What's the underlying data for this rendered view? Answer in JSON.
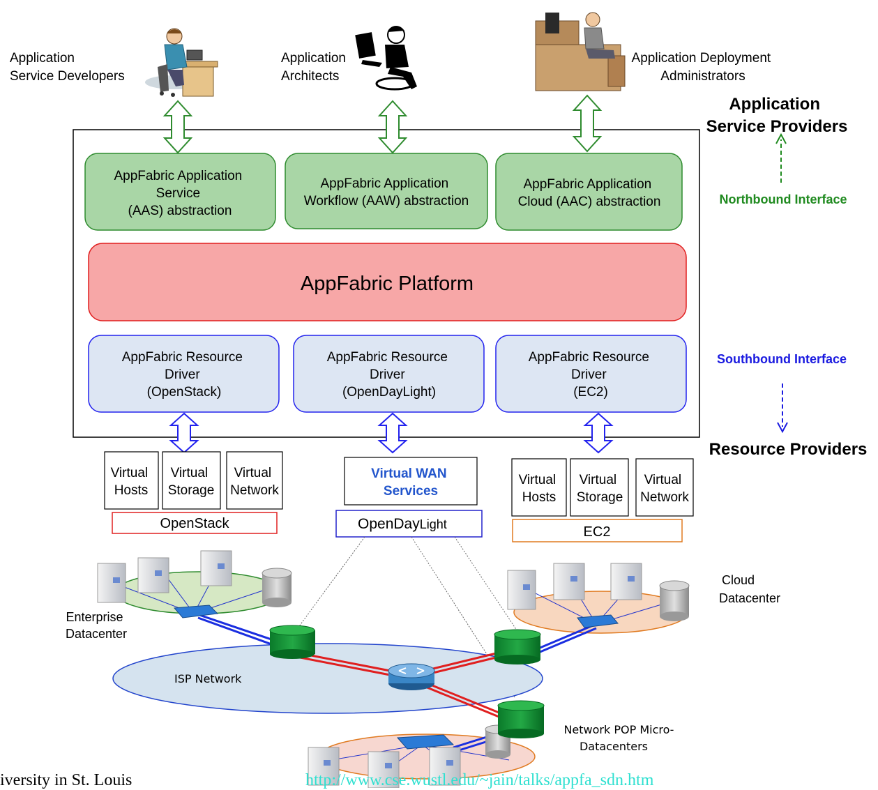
{
  "roles": {
    "developers": [
      "Application",
      "Service Developers"
    ],
    "architects": [
      "Application",
      "Architects"
    ],
    "administrators": [
      "Application Deployment",
      "Administrators"
    ]
  },
  "right_labels": {
    "asp": [
      "Application",
      "Service Providers"
    ],
    "northbound": "Northbound Interface",
    "southbound": "Southbound Interface",
    "rp": "Resource Providers"
  },
  "abstractions": {
    "aas": [
      "AppFabric Application",
      "Service",
      "(AAS) abstraction"
    ],
    "aaw": [
      "AppFabric Application",
      "Workflow (AAW) abstraction"
    ],
    "aac": [
      "AppFabric Application",
      "Cloud (AAC) abstraction"
    ]
  },
  "platform": "AppFabric Platform",
  "drivers": {
    "openstack": [
      "AppFabric  Resource",
      "Driver",
      "(OpenStack)"
    ],
    "odl": [
      "AppFabric  Resource",
      "Driver",
      "(OpenDayLight)"
    ],
    "ec2": [
      "AppFabric  Resource",
      "Driver",
      "(EC2)"
    ]
  },
  "resources": {
    "left": [
      [
        "Virtual",
        "Hosts"
      ],
      [
        "Virtual",
        "Storage"
      ],
      [
        "Virtual",
        "Network"
      ]
    ],
    "right": [
      [
        "Virtual",
        "Hosts"
      ],
      [
        "Virtual",
        "Storage"
      ],
      [
        "Virtual",
        "Network"
      ]
    ],
    "wan": [
      "Virtual WAN",
      "Services"
    ]
  },
  "providers": {
    "openstack": "OpenStack",
    "odl_main": "OpenDay",
    "odl_small": "Light",
    "ec2": "EC2"
  },
  "datacenters": {
    "enterprise": [
      "Enterprise",
      "Datacenter"
    ],
    "cloud": [
      "Cloud",
      "Datacenter"
    ],
    "isp": "ISP Network",
    "pop": [
      "Network POP Micro-",
      "Datacenters"
    ]
  },
  "footer": {
    "left": "iversity in St. Louis",
    "link": "http://www.cse.wustl.edu/~jain/talks/appfa_sdn.htm"
  },
  "colors": {
    "green_fill": "#a9d6a6",
    "green_stroke": "#2e8b2e",
    "platform_fill": "#f7a7a7",
    "platform_stroke": "#e01f1f",
    "driver_fill": "#dde6f3",
    "driver_stroke": "#2222ee",
    "northbound": "#1f8a1f",
    "southbound": "#1a1ae0",
    "openstack_border": "#e02020",
    "odl_border": "#2222cc",
    "ec2_border": "#e07a20",
    "link_color": "#2fe0d0"
  }
}
